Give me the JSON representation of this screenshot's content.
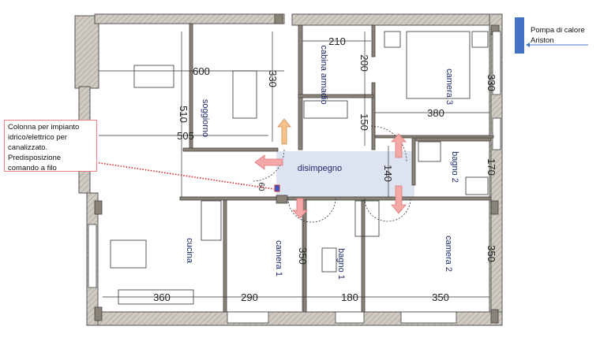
{
  "annotations": {
    "column_note": "Colonna per impianto idrico/elettrico per canalizzato. Predisposizione comando a filo",
    "heat_pump_note": "Pompa di calore Ariston"
  },
  "rooms": {
    "soggiorno": "soggiorno",
    "cabina_armadio": "cabina armadio",
    "camera3": "camera 3",
    "disimpegno": "disimpegno",
    "bagno2": "bagno 2",
    "cucina": "cucina",
    "camera1": "camera 1",
    "bagno1": "bagno 1",
    "camera2": "camera 2"
  },
  "dimensions": {
    "soggiorno_width": "600",
    "soggiorno_depth": "510",
    "soggiorno_inner": "505",
    "soggiorno_330": "330",
    "cabina_width": "210",
    "cabina_depth": "200",
    "closet_150": "150",
    "camera3_width": "380",
    "camera3_depth": "330",
    "hall_140": "140",
    "bagno2_170": "170",
    "column_60": "60",
    "camera1_depth": "350",
    "camera2_depth": "350",
    "cucina_width": "360",
    "camera1_width": "290",
    "bagno1_width": "180",
    "camera2_width": "350"
  },
  "colors": {
    "hall": "#dde3f0",
    "arrow": "#f4a9a8",
    "arrow_orange": "#f8c08a",
    "pump": "#4472c4",
    "note_border": "#f08080"
  }
}
